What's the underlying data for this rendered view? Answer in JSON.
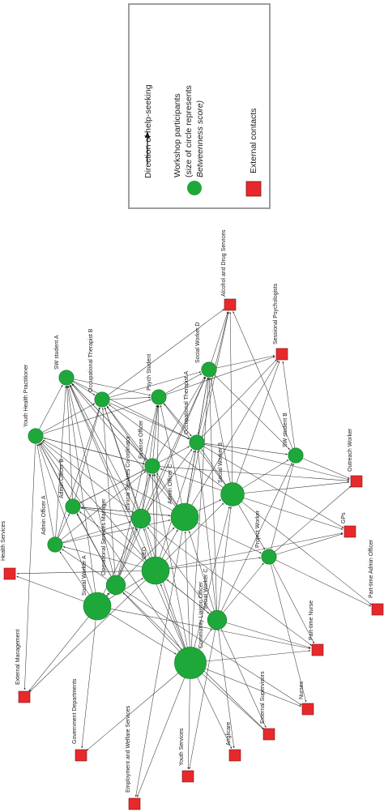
{
  "legend": {
    "direction_label": "Direction of help-seeking",
    "participants_label": "Workshop participants",
    "participants_note_1": "(size of circle represents",
    "participants_note_2": "Betweenness score)",
    "external_label": "External contacts",
    "participant_color": "#1fa83a",
    "external_color": "#e8292b"
  },
  "participants": [
    {
      "id": "p1",
      "label": "Community Liaison Officer",
      "betweenness": 6
    },
    {
      "id": "p2",
      "label": "Social Worker A",
      "betweenness": 5
    },
    {
      "id": "p3",
      "label": "Admin Officer C",
      "betweenness": 5
    },
    {
      "id": "p4",
      "label": "CEO",
      "betweenness": 5
    },
    {
      "id": "p5",
      "label": "Social Worker B",
      "betweenness": 4
    },
    {
      "id": "p6",
      "label": "Clinical Services Co-ordinator",
      "betweenness": 3
    },
    {
      "id": "p7",
      "label": "Operational Services Manager",
      "betweenness": 3
    },
    {
      "id": "p8",
      "label": "Social Worker C",
      "betweenness": 3
    },
    {
      "id": "p9",
      "label": "Finance Officer",
      "betweenness": 2
    },
    {
      "id": "p10",
      "label": "Admin Officer A",
      "betweenness": 2
    },
    {
      "id": "p11",
      "label": "Admin Officer B",
      "betweenness": 2
    },
    {
      "id": "p12",
      "label": "Youth Health Practitioner",
      "betweenness": 2
    },
    {
      "id": "p13",
      "label": "SW student A",
      "betweenness": 2
    },
    {
      "id": "p14",
      "label": "Occupational Therapist B",
      "betweenness": 2
    },
    {
      "id": "p15",
      "label": "Psych Student",
      "betweenness": 2
    },
    {
      "id": "p16",
      "label": "Social Worker D",
      "betweenness": 2
    },
    {
      "id": "p17",
      "label": "Occupational Therapist A",
      "betweenness": 2
    },
    {
      "id": "p18",
      "label": "Project Worker",
      "betweenness": 2
    },
    {
      "id": "p19",
      "label": "SW student B",
      "betweenness": 2
    }
  ],
  "external_contacts": [
    {
      "id": "e1",
      "label": "Health Services"
    },
    {
      "id": "e2",
      "label": "External Management"
    },
    {
      "id": "e3",
      "label": "Government Departments"
    },
    {
      "id": "e4",
      "label": "Employment and Welfare Services"
    },
    {
      "id": "e5",
      "label": "Youth Services"
    },
    {
      "id": "e6",
      "label": "Anglicare"
    },
    {
      "id": "e7",
      "label": "External Supervisors"
    },
    {
      "id": "e8",
      "label": "Nurses"
    },
    {
      "id": "e9",
      "label": "Part-time Nurse"
    },
    {
      "id": "e10",
      "label": "Part-time Admin Officer"
    },
    {
      "id": "e11",
      "label": "GPs"
    },
    {
      "id": "e12",
      "label": "Outreach Worker"
    },
    {
      "id": "e13",
      "label": "Sessional Psychologists"
    },
    {
      "id": "e14",
      "label": "Alcohol and Drug Services"
    }
  ],
  "edges": [
    [
      "p2",
      "e1"
    ],
    [
      "p2",
      "e2"
    ],
    [
      "p2",
      "e3"
    ],
    [
      "p2",
      "p1"
    ],
    [
      "p2",
      "p4"
    ],
    [
      "p2",
      "p7"
    ],
    [
      "p2",
      "p10"
    ],
    [
      "p2",
      "p12"
    ],
    [
      "p2",
      "p13"
    ],
    [
      "p2",
      "p3"
    ],
    [
      "p2",
      "p6"
    ],
    [
      "p2",
      "e9"
    ],
    [
      "p1",
      "e3"
    ],
    [
      "p1",
      "e4"
    ],
    [
      "p1",
      "e5"
    ],
    [
      "p1",
      "e6"
    ],
    [
      "p1",
      "e7"
    ],
    [
      "p1",
      "e8"
    ],
    [
      "p1",
      "e9"
    ],
    [
      "p1",
      "p4"
    ],
    [
      "p1",
      "p3"
    ],
    [
      "p1",
      "p5"
    ],
    [
      "p1",
      "p7"
    ],
    [
      "p1",
      "p8"
    ],
    [
      "p1",
      "p9"
    ],
    [
      "p1",
      "p12"
    ],
    [
      "p1",
      "p13"
    ],
    [
      "p1",
      "p14"
    ],
    [
      "p1",
      "p16"
    ],
    [
      "p4",
      "p3"
    ],
    [
      "p4",
      "p6"
    ],
    [
      "p4",
      "p9"
    ],
    [
      "p4",
      "p5"
    ],
    [
      "p4",
      "p12"
    ],
    [
      "p4",
      "p13"
    ],
    [
      "p4",
      "p11"
    ],
    [
      "p4",
      "p10"
    ],
    [
      "p4",
      "e1"
    ],
    [
      "p4",
      "e11"
    ],
    [
      "p4",
      "p18"
    ],
    [
      "p4",
      "p8"
    ],
    [
      "p4",
      "p17"
    ],
    [
      "p4",
      "p15"
    ],
    [
      "p3",
      "p5"
    ],
    [
      "p3",
      "p9"
    ],
    [
      "p3",
      "p14"
    ],
    [
      "p3",
      "p15"
    ],
    [
      "p3",
      "p16"
    ],
    [
      "p3",
      "p17"
    ],
    [
      "p3",
      "p13"
    ],
    [
      "p3",
      "p12"
    ],
    [
      "p3",
      "p11"
    ],
    [
      "p3",
      "p18"
    ],
    [
      "p3",
      "e14"
    ],
    [
      "p3",
      "e13"
    ],
    [
      "p5",
      "p16"
    ],
    [
      "p5",
      "p17"
    ],
    [
      "p5",
      "p19"
    ],
    [
      "p5",
      "e12"
    ],
    [
      "p5",
      "e11"
    ],
    [
      "p5",
      "e13"
    ],
    [
      "p5",
      "e14"
    ],
    [
      "p5",
      "p9"
    ],
    [
      "p5",
      "p14"
    ],
    [
      "p5",
      "p15"
    ],
    [
      "p5",
      "p18"
    ],
    [
      "p5",
      "e10"
    ],
    [
      "p6",
      "p9"
    ],
    [
      "p6",
      "p11"
    ],
    [
      "p6",
      "p12"
    ],
    [
      "p6",
      "p13"
    ],
    [
      "p6",
      "p14"
    ],
    [
      "p6",
      "p15"
    ],
    [
      "p6",
      "p17"
    ],
    [
      "p6",
      "p16"
    ],
    [
      "p7",
      "p11"
    ],
    [
      "p7",
      "p12"
    ],
    [
      "p7",
      "p13"
    ],
    [
      "p7",
      "p6"
    ],
    [
      "p7",
      "p9"
    ],
    [
      "p7",
      "p10"
    ],
    [
      "p7",
      "p14"
    ],
    [
      "p7",
      "p15"
    ],
    [
      "p7",
      "p16"
    ],
    [
      "p8",
      "p4"
    ],
    [
      "p8",
      "p3"
    ],
    [
      "p8",
      "p5"
    ],
    [
      "p8",
      "p6"
    ],
    [
      "p8",
      "p17"
    ],
    [
      "p8",
      "p18"
    ],
    [
      "p8",
      "p16"
    ],
    [
      "p8",
      "e5"
    ],
    [
      "p8",
      "e6"
    ],
    [
      "p8",
      "e7"
    ],
    [
      "p8",
      "e9"
    ],
    [
      "p8",
      "p19"
    ],
    [
      "p9",
      "p14"
    ],
    [
      "p9",
      "p15"
    ],
    [
      "p9",
      "p16"
    ],
    [
      "p9",
      "p17"
    ],
    [
      "p9",
      "p13"
    ],
    [
      "p9",
      "p12"
    ],
    [
      "p9",
      "p11"
    ],
    [
      "p10",
      "p11"
    ],
    [
      "p10",
      "p12"
    ],
    [
      "p10",
      "p13"
    ],
    [
      "p10",
      "p14"
    ],
    [
      "p10",
      "p6"
    ],
    [
      "p10",
      "p9"
    ],
    [
      "p10",
      "p3"
    ],
    [
      "p11",
      "p12"
    ],
    [
      "p11",
      "p13"
    ],
    [
      "p11",
      "p14"
    ],
    [
      "p11",
      "p9"
    ],
    [
      "p11",
      "p3"
    ],
    [
      "p12",
      "p13"
    ],
    [
      "p12",
      "p14"
    ],
    [
      "p12",
      "p9"
    ],
    [
      "p12",
      "p15"
    ],
    [
      "p13",
      "p14"
    ],
    [
      "p13",
      "p9"
    ],
    [
      "p13",
      "p15"
    ],
    [
      "p13",
      "p17"
    ],
    [
      "p14",
      "p15"
    ],
    [
      "p14",
      "p17"
    ],
    [
      "p14",
      "p16"
    ],
    [
      "p14",
      "e14"
    ],
    [
      "p15",
      "p16"
    ],
    [
      "p15",
      "p17"
    ],
    [
      "p15",
      "e13"
    ],
    [
      "p16",
      "e14"
    ],
    [
      "p16",
      "e13"
    ],
    [
      "p16",
      "p17"
    ],
    [
      "p16",
      "p19"
    ],
    [
      "p17",
      "p19"
    ],
    [
      "p17",
      "e13"
    ],
    [
      "p17",
      "e14"
    ],
    [
      "p17",
      "e12"
    ],
    [
      "p18",
      "e10"
    ],
    [
      "p18",
      "e11"
    ],
    [
      "p18",
      "e9"
    ],
    [
      "p18",
      "e8"
    ],
    [
      "p18",
      "p19"
    ],
    [
      "p18",
      "e12"
    ],
    [
      "p19",
      "e13"
    ],
    [
      "p19",
      "e12"
    ],
    [
      "p19",
      "e14"
    ],
    [
      "p6",
      "e9"
    ],
    [
      "p7",
      "e8"
    ],
    [
      "p7",
      "e7"
    ],
    [
      "p3",
      "e4"
    ],
    [
      "p4",
      "e2"
    ],
    [
      "p9",
      "e12"
    ],
    [
      "p17",
      "e11"
    ],
    [
      "p12",
      "e2"
    ]
  ]
}
